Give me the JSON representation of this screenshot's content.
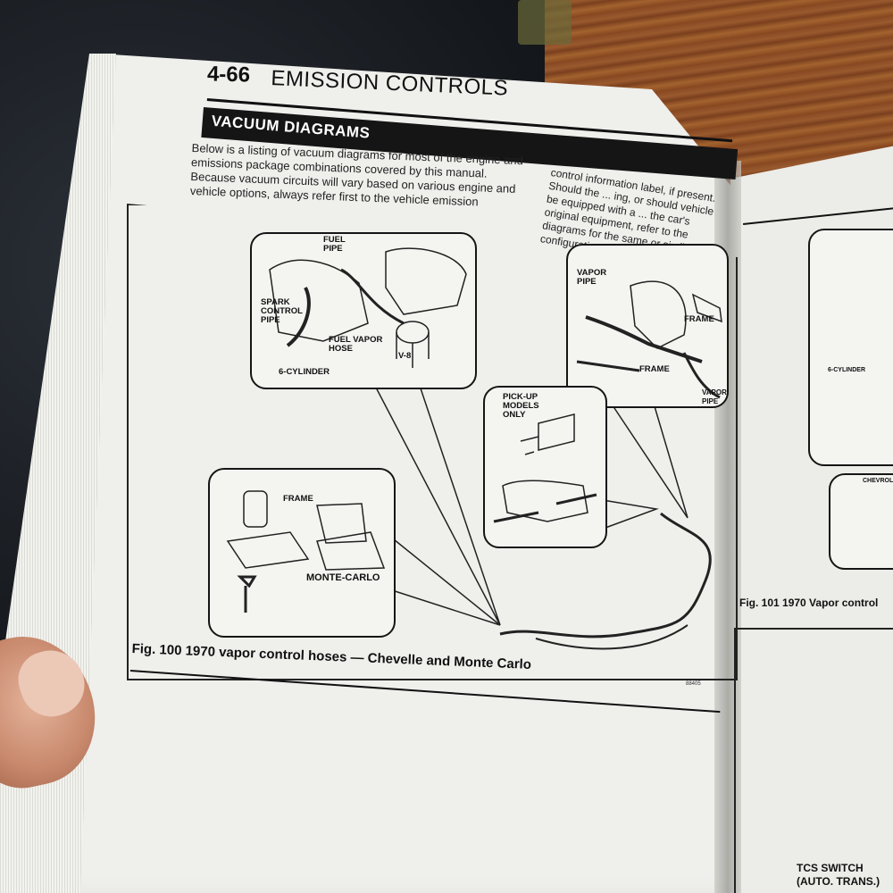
{
  "page": {
    "number": "4-66",
    "title": "EMISSION CONTROLS",
    "section_heading": "VACUUM DIAGRAMS",
    "intro_left": "Below is a listing of vacuum diagrams for most of the engine and emissions package combinations covered by this manual. Because vacuum circuits will vary based on various engine and vehicle options, always refer first to the vehicle emission",
    "intro_right": "control information label, if present. Should the ... ing, or should vehicle be equipped with a ... the car's original equipment, refer to the diagrams for the same or similar configuration."
  },
  "figure_100": {
    "caption": "Fig. 100 1970 vapor control hoses — Chevelle and Monte Carlo",
    "code": "88405",
    "callout_engines": {
      "fuel_pipe": "FUEL\nPIPE",
      "spark_control_pipe": "SPARK\nCONTROL\nPIPE",
      "fuel_vapor_hose": "FUEL VAPOR\nHOSE",
      "six_cyl": "6-CYLINDER",
      "v8": "V-8"
    },
    "callout_vapor": {
      "vapor_pipe": "VAPOR\nPIPE",
      "frame_1": "FRAME",
      "frame_2": "FRAME",
      "vapor_pipe_2": "VAPOR\nPIPE"
    },
    "callout_pickup": {
      "label": "PICK-UP\nMODELS\nONLY"
    },
    "callout_monte": {
      "frame": "FRAME",
      "model": "MONTE-CARLO"
    }
  },
  "right_page": {
    "caption": "Fig. 101 1970 Vapor control",
    "six_cyl": "6-CYLINDER",
    "chevrolet": "CHEVROLET",
    "tcs_switch": "TCS SWITCH\n(AUTO. TRANS.)"
  }
}
